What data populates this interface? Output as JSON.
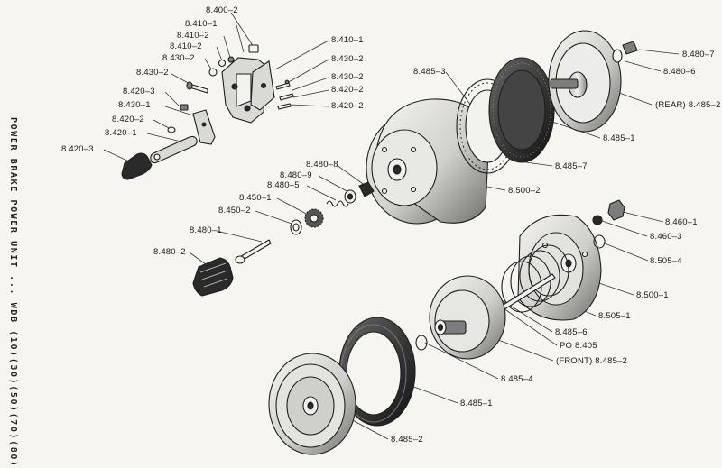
{
  "title": "POWER BRAKE POWER UNIT ... WDB (10)(30)(50)(70)(80)",
  "callouts": [
    {
      "id": "c01",
      "text": "8.400–2"
    },
    {
      "id": "c02",
      "text": "8.410–1"
    },
    {
      "id": "c03",
      "text": "8.410–2"
    },
    {
      "id": "c04",
      "text": "8.410–2"
    },
    {
      "id": "c05",
      "text": "8.430–2"
    },
    {
      "id": "c06",
      "text": "8.430–2"
    },
    {
      "id": "c07",
      "text": "8.420–3"
    },
    {
      "id": "c08",
      "text": "8.430–1"
    },
    {
      "id": "c09",
      "text": "8.420–2"
    },
    {
      "id": "c10",
      "text": "8.420–1"
    },
    {
      "id": "c11",
      "text": "8.420–3"
    },
    {
      "id": "c12",
      "text": "8.410–1"
    },
    {
      "id": "c13",
      "text": "8.430–2"
    },
    {
      "id": "c14",
      "text": "8.430–2"
    },
    {
      "id": "c15",
      "text": "8.420–2"
    },
    {
      "id": "c16",
      "text": "8.420–2"
    },
    {
      "id": "c17",
      "text": "8.485–3"
    },
    {
      "id": "c18",
      "text": "8.480–7"
    },
    {
      "id": "c19",
      "text": "8.480–6"
    },
    {
      "id": "c20",
      "text": "(REAR) 8.485–2"
    },
    {
      "id": "c21",
      "text": "8.485–1"
    },
    {
      "id": "c22",
      "text": "8.485–7"
    },
    {
      "id": "c23",
      "text": "8.480–8"
    },
    {
      "id": "c24",
      "text": "8.480–9"
    },
    {
      "id": "c25",
      "text": "8.480–5"
    },
    {
      "id": "c26",
      "text": "8.500–2"
    },
    {
      "id": "c27",
      "text": "8.450–1"
    },
    {
      "id": "c28",
      "text": "8.450–2"
    },
    {
      "id": "c29",
      "text": "8.480–1"
    },
    {
      "id": "c30",
      "text": "8.480–2"
    },
    {
      "id": "c31",
      "text": "8.460–1"
    },
    {
      "id": "c32",
      "text": "8.460–3"
    },
    {
      "id": "c33",
      "text": "8.505–4"
    },
    {
      "id": "c34",
      "text": "8.500–1"
    },
    {
      "id": "c35",
      "text": "8.505–1"
    },
    {
      "id": "c36",
      "text": "8.485–6"
    },
    {
      "id": "c37",
      "text": "PO 8.405"
    },
    {
      "id": "c38",
      "text": "(FRONT) 8.485–2"
    },
    {
      "id": "c39",
      "text": "8.485–4"
    },
    {
      "id": "c40",
      "text": "8.485–1"
    },
    {
      "id": "c41",
      "text": "8.485–2"
    }
  ]
}
